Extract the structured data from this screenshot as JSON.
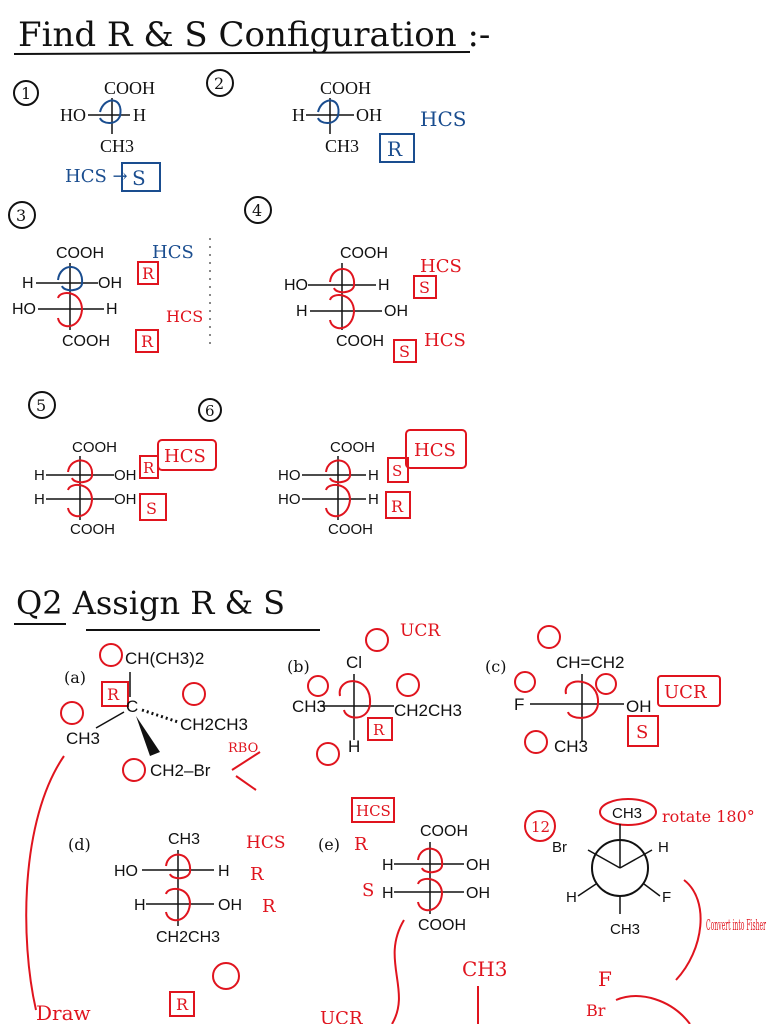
{
  "page": {
    "title": "Find R & S Configuration :-",
    "section2_title": "Q2 Assign R & S"
  },
  "colors": {
    "ink": "#111111",
    "blue": "#1a4d8f",
    "red": "#e0141e"
  },
  "labels": {
    "hcs": "HCS",
    "ucr": "UCR",
    "r": "R",
    "s": "S",
    "hcs_arrow": "HCS →",
    "rotate": "rotate 180°",
    "convert": "Convert into Fisher",
    "draw": "Draw",
    "rbo": "RBO"
  },
  "problems": {
    "p1": {
      "num": "1",
      "top": "COOH",
      "left": "HO",
      "right": "H",
      "bottom": "CH3",
      "answer": "S"
    },
    "p2": {
      "num": "2",
      "top": "COOH",
      "left": "H",
      "right": "OH",
      "bottom": "CH3",
      "answer": "R"
    },
    "p3": {
      "num": "3",
      "top": "COOH",
      "r1l": "H",
      "r1r": "OH",
      "r2l": "HO",
      "r2r": "H",
      "bottom": "COOH",
      "a1": "R",
      "a2": "R"
    },
    "p4": {
      "num": "4",
      "top": "COOH",
      "r1l": "HO",
      "r1r": "H",
      "r2l": "H",
      "r2r": "OH",
      "bottom": "COOH",
      "a1": "S",
      "a2": "S"
    },
    "p5": {
      "num": "5",
      "top": "COOH",
      "r1l": "H",
      "r1r": "OH",
      "r2l": "H",
      "r2r": "OH",
      "bottom": "COOH",
      "a1": "R",
      "a2": "S"
    },
    "p6": {
      "num": "6",
      "top": "COOH",
      "r1l": "HO",
      "r1r": "H",
      "r2l": "HO",
      "r2r": "H",
      "bottom": "COOH",
      "a1": "S",
      "a2": "R"
    }
  },
  "q2": {
    "a": {
      "label": "(a)",
      "top": "CH(CH3)2",
      "right": "CH2CH3",
      "left": "CH3",
      "bottom": "CH2–Br",
      "answer": "R"
    },
    "b": {
      "label": "(b)",
      "top": "Cl",
      "left": "CH3",
      "right": "CH2CH3",
      "bottom": "H",
      "answer": "R"
    },
    "c": {
      "label": "(c)",
      "top": "CH=CH2",
      "left": "F",
      "right": "OH",
      "bottom": "CH3",
      "answer": "S"
    },
    "d": {
      "label": "(d)",
      "top": "CH3",
      "r1l": "HO",
      "r1r": "H",
      "r2l": "H",
      "r2r": "OH",
      "bottom": "CH2CH3",
      "a1": "R",
      "a2": "R"
    },
    "e": {
      "label": "(e)",
      "top": "COOH",
      "r1l": "H",
      "r1r": "OH",
      "r2l": "H",
      "r2r": "OH",
      "bottom": "COOH",
      "a1": "R",
      "a2": "S"
    },
    "f": {
      "label": "12",
      "top": "CH3",
      "bl": "Br",
      "br": "H",
      "ll": "H",
      "lr": "F",
      "bottom": "CH3"
    }
  },
  "bottom": {
    "ch3": "CH3",
    "f": "F",
    "br": "Br"
  }
}
